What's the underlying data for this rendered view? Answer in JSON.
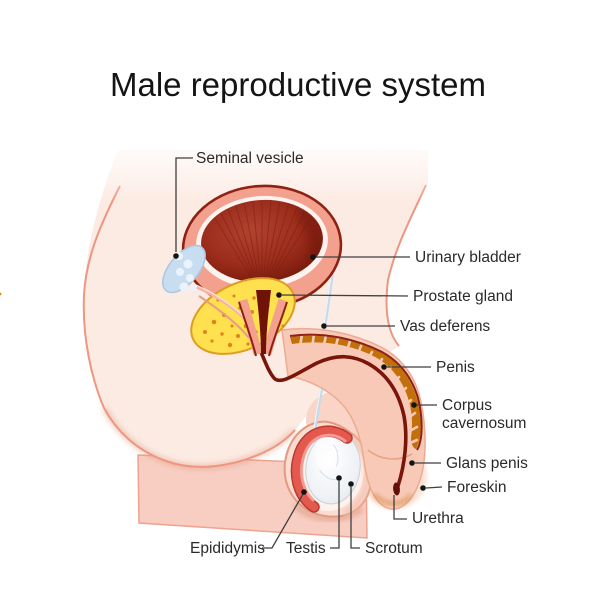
{
  "title": "Male reproductive system",
  "diagram": {
    "type": "anatomical illustration",
    "subject": "male reproductive system, side (sagittal) view",
    "labels": [
      {
        "id": "seminal-vesicle",
        "text": "Seminal vesicle"
      },
      {
        "id": "urinary-bladder",
        "text": "Urinary bladder"
      },
      {
        "id": "prostate-gland",
        "text": "Prostate gland"
      },
      {
        "id": "vas-deferens",
        "text": "Vas deferens"
      },
      {
        "id": "penis",
        "text": "Penis"
      },
      {
        "id": "corpus-cavernosum",
        "text": "Corpus cavernosum",
        "lines": [
          "Corpus",
          "cavernosum"
        ]
      },
      {
        "id": "glans-penis",
        "text": "Glans penis"
      },
      {
        "id": "foreskin",
        "text": "Foreskin"
      },
      {
        "id": "urethra",
        "text": "Urethra"
      },
      {
        "id": "epididymis",
        "text": "Epididymis"
      },
      {
        "id": "testis",
        "text": "Testis"
      },
      {
        "id": "scrotum",
        "text": "Scrotum"
      }
    ],
    "palette": {
      "skin_light": "#fcebe3",
      "skin_mid": "#f8cec3",
      "skin_outline": "#ee9681",
      "bladder_wall": "#f3a18e",
      "bladder_outline": "#8e2113",
      "bladder_interior": "#9c2d1c",
      "prostate_yellow": "#ffe14f",
      "prostate_speckle": "#e0831d",
      "seminal_vesicle_blue": "#c8def0",
      "vas_deferens_blue": "#c5daed",
      "corpus_cavernosum_orange": "#c1700a",
      "urethra_dark_red": "#7a150a",
      "epididymis_red": "#e4584e",
      "testis_white": "#eef1f5",
      "leader_line": "#3f3f3f",
      "label_text": "#2a2a2a",
      "title_text": "#141414"
    }
  }
}
